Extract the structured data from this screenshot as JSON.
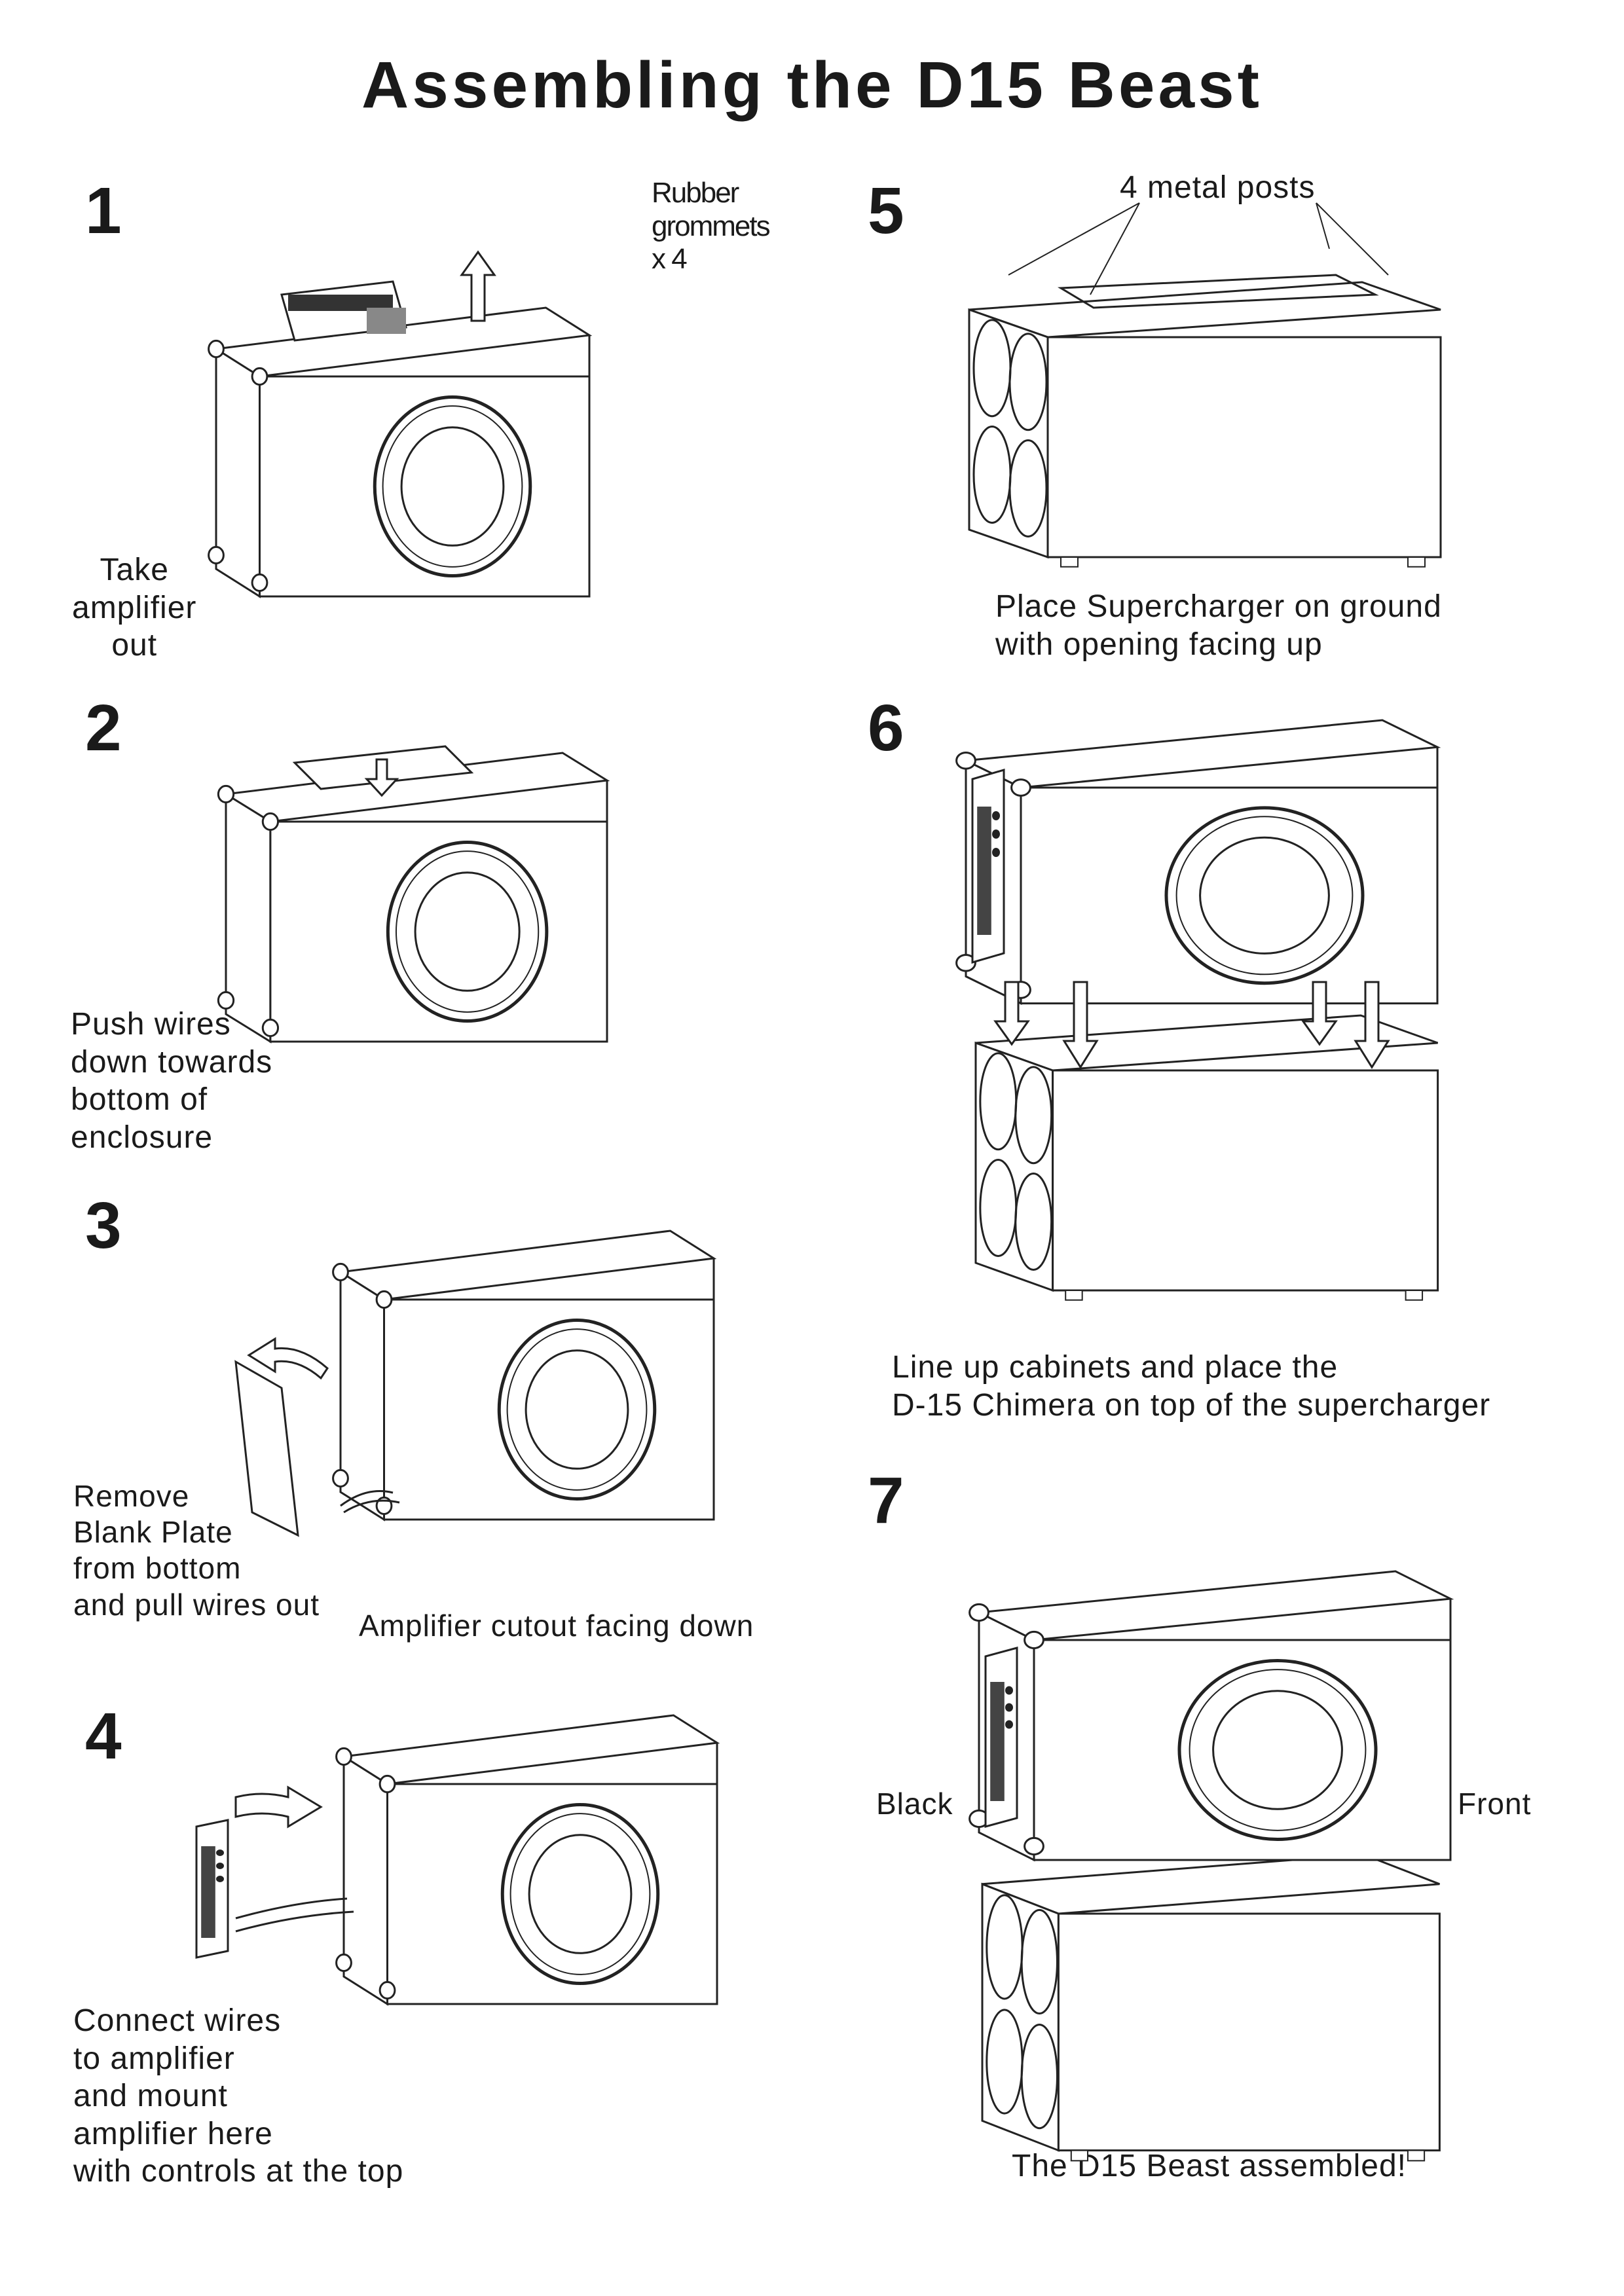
{
  "title": "Assembling the D15 Beast",
  "steps": [
    {
      "number": "1",
      "caption": "Take\namplifier\nout",
      "callout": "Rubber\ngrommets\nx 4"
    },
    {
      "number": "2",
      "caption": "Push wires\ndown towards\nbottom of\nenclosure"
    },
    {
      "number": "3",
      "caption": "Remove\nBlank Plate\nfrom bottom\nand pull wires out",
      "note": "Amplifier cutout facing down"
    },
    {
      "number": "4",
      "caption": "Connect wires\nto amplifier\nand mount\namplifier here\nwith controls at the top"
    },
    {
      "number": "5",
      "caption": "Place Supercharger on ground\nwith opening facing up",
      "callout": "4 metal posts"
    },
    {
      "number": "6",
      "caption": "Line up cabinets and place the\nD-15 Chimera on top of the supercharger"
    },
    {
      "number": "7",
      "caption": "The D15 Beast assembled!",
      "label_left": "Black",
      "label_right": "Front"
    }
  ]
}
